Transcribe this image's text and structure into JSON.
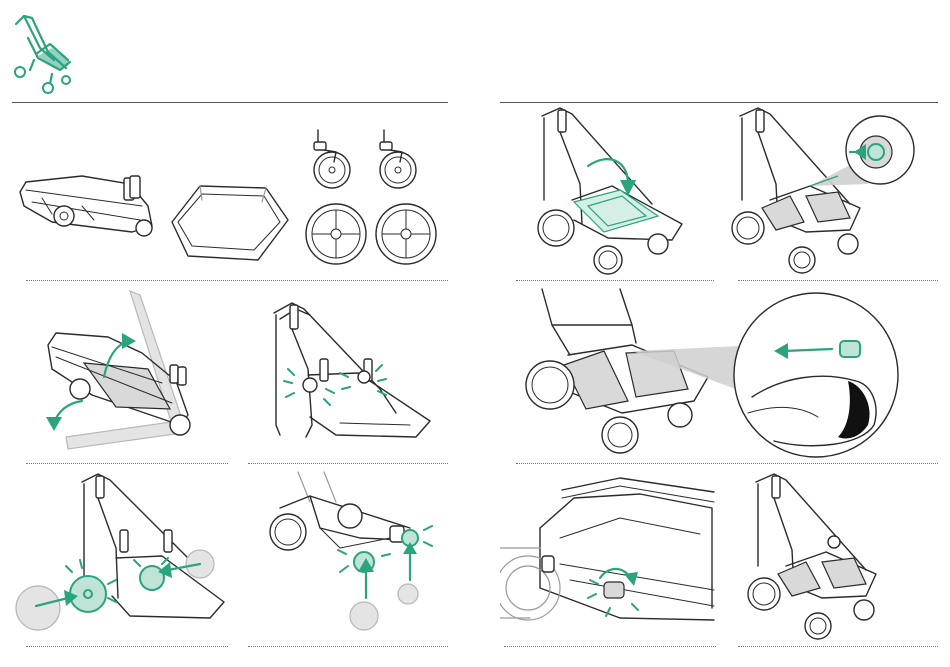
{
  "colors": {
    "accent": "#2aa37f",
    "accent_light": "#bfe3d6",
    "line": "#2b2b2b",
    "shade": "#d9d9d9",
    "ghost": "#e4e4e4"
  },
  "header": {
    "icon": "stroller-chassis-icon"
  },
  "steps": [
    {
      "id": "parts",
      "icons": [
        "folded-frame",
        "seat-fabric",
        "swivel-wheel",
        "swivel-wheel",
        "rear-wheel",
        "rear-wheel"
      ]
    },
    {
      "id": "unfold-frame",
      "icons": [
        "folded-frame",
        "rotate-arrow",
        "rotate-arrow"
      ]
    },
    {
      "id": "lock-frame",
      "icons": [
        "open-frame",
        "click-marks"
      ]
    },
    {
      "id": "attach-rear-wheels",
      "icons": [
        "frame",
        "rear-wheel",
        "push-arrow"
      ]
    },
    {
      "id": "attach-front-wheels",
      "icons": [
        "frame",
        "swivel-wheel",
        "push-arrow"
      ]
    },
    {
      "id": "place-seat-fabric",
      "icons": [
        "frame",
        "seat-fabric",
        "curved-arrow"
      ]
    },
    {
      "id": "fasten-fabric",
      "icons": [
        "frame",
        "zoom-circle",
        "detail-button"
      ]
    },
    {
      "id": "hook-fabric",
      "icons": [
        "frame",
        "zoom-circle",
        "hand",
        "pull-arrow"
      ]
    },
    {
      "id": "secure-fabric-bar",
      "icons": [
        "seat-bar",
        "rotate-arrow"
      ]
    },
    {
      "id": "complete",
      "icons": [
        "assembled-stroller"
      ]
    }
  ]
}
